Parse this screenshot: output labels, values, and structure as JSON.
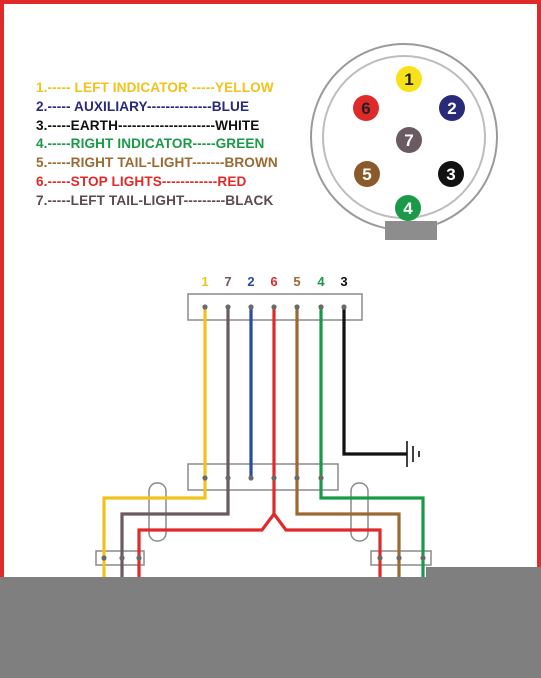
{
  "legend": [
    {
      "text": "1.----- LEFT INDICATOR -----YELLOW",
      "color": "#f2c21b"
    },
    {
      "text": "2.----- AUXILIARY--------------BLUE",
      "color": "#2a2a7a"
    },
    {
      "text": "3.-----EARTH---------------------WHITE",
      "color": "#111111"
    },
    {
      "text": "4.-----RIGHT INDICATOR-----GREEN",
      "color": "#1a9a48"
    },
    {
      "text": "5.-----RIGHT TAIL-LIGHT-------BROWN",
      "color": "#9a6a32"
    },
    {
      "text": "6.-----STOP LIGHTS------------RED",
      "color": "#e02a2a"
    },
    {
      "text": "7.-----LEFT TAIL-LIGHT---------BLACK",
      "color": "#5a4a52"
    }
  ],
  "socket_pins": [
    {
      "label": "1",
      "color": "#f7e21a",
      "text_color": "#222222"
    },
    {
      "label": "2",
      "color": "#2a2a7a",
      "text_color": "#ffffff"
    },
    {
      "label": "3",
      "color": "#111111",
      "text_color": "#ffffff"
    },
    {
      "label": "4",
      "color": "#1a9a48",
      "text_color": "#ffffff"
    },
    {
      "label": "5",
      "color": "#8a5a2a",
      "text_color": "#ffffff"
    },
    {
      "label": "6",
      "color": "#e02a2a",
      "text_color": "#222222"
    },
    {
      "label": "7",
      "color": "#6a5a62",
      "text_color": "#ffffff"
    }
  ],
  "wire_order": [
    {
      "label": "1",
      "color": "#f2c21b"
    },
    {
      "label": "7",
      "color": "#6a5a62"
    },
    {
      "label": "2",
      "color": "#2a4aa0"
    },
    {
      "label": "6",
      "color": "#e02a2a"
    },
    {
      "label": "5",
      "color": "#9a6a32"
    },
    {
      "label": "4",
      "color": "#1a9a48"
    },
    {
      "label": "3",
      "color": "#111111"
    }
  ]
}
